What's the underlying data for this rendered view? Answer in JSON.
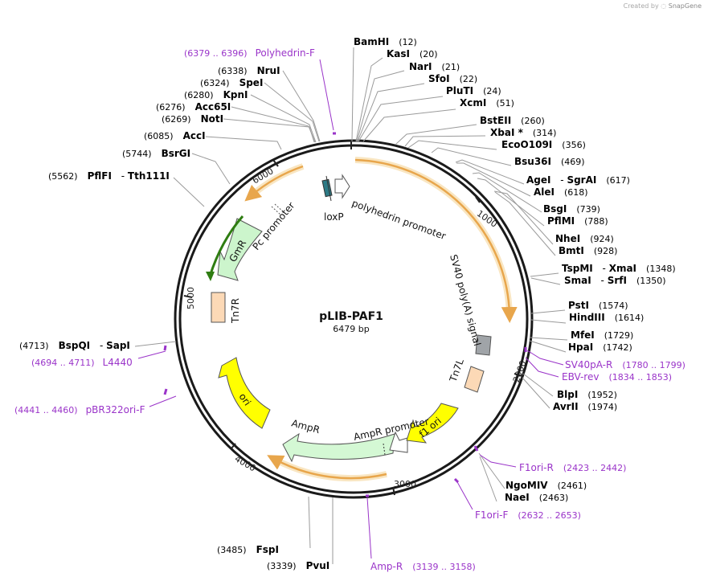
{
  "credit": {
    "prefix": "Created by",
    "brand": "SnapGene"
  },
  "plasmid": {
    "name": "pLIB-PAF1",
    "size_label": "6479 bp",
    "length": 6479
  },
  "ticks": [
    "1000",
    "2000",
    "3000",
    "4000",
    "5000",
    "6000"
  ],
  "features": [
    {
      "id": "polyhedrin-promoter",
      "label": "polyhedrin promoter"
    },
    {
      "id": "loxp",
      "label": "loxP"
    },
    {
      "id": "pc-promoter",
      "label": "Pc promoter"
    },
    {
      "id": "gmr",
      "label": "GmR"
    },
    {
      "id": "tn7r",
      "label": "Tn7R"
    },
    {
      "id": "sv40-polya",
      "label": "SV40 poly(A) signal"
    },
    {
      "id": "tn7l",
      "label": "Tn7L"
    },
    {
      "id": "f1-ori",
      "label": "f1 ori"
    },
    {
      "id": "ampr-promoter",
      "label": "AmpR promoter"
    },
    {
      "id": "ampr",
      "label": "AmpR"
    },
    {
      "id": "ori",
      "label": "ori"
    }
  ],
  "enzymes": [
    {
      "name": "BamHI",
      "pos": "(12)"
    },
    {
      "name": "KasI",
      "pos": "(20)"
    },
    {
      "name": "NarI",
      "pos": "(21)"
    },
    {
      "name": "SfoI",
      "pos": "(22)"
    },
    {
      "name": "PluTI",
      "pos": "(24)"
    },
    {
      "name": "XcmI",
      "pos": "(51)"
    },
    {
      "name": "BstEII",
      "pos": "(260)"
    },
    {
      "name": "XbaI *",
      "pos": "(314)"
    },
    {
      "name": "EcoO109I",
      "pos": "(356)"
    },
    {
      "name": "Bsu36I",
      "pos": "(469)"
    },
    {
      "name": "AgeI",
      "name2": "SgrAI",
      "pos": "(617)"
    },
    {
      "name": "AleI",
      "pos": "(618)"
    },
    {
      "name": "BsgI",
      "pos": "(739)"
    },
    {
      "name": "PflMI",
      "pos": "(788)"
    },
    {
      "name": "NheI",
      "pos": "(924)"
    },
    {
      "name": "BmtI",
      "pos": "(928)"
    },
    {
      "name": "TspMI",
      "name2": "XmaI",
      "pos": "(1348)"
    },
    {
      "name": "SmaI",
      "name2": "SrfI",
      "pos": "(1350)"
    },
    {
      "name": "PstI",
      "pos": "(1574)"
    },
    {
      "name": "HindIII",
      "pos": "(1614)"
    },
    {
      "name": "MfeI",
      "pos": "(1729)"
    },
    {
      "name": "HpaI",
      "pos": "(1742)"
    },
    {
      "name": "BlpI",
      "pos": "(1952)"
    },
    {
      "name": "AvrII",
      "pos": "(1974)"
    },
    {
      "name": "NgoMIV",
      "pos": "(2461)"
    },
    {
      "name": "NaeI",
      "pos": "(2463)"
    },
    {
      "name": "FspI",
      "pos": "(3485)"
    },
    {
      "name": "PvuI",
      "pos": "(3339)"
    },
    {
      "name": "BspQI",
      "name2": "SapI",
      "pos": "(4713)"
    },
    {
      "name": "PflFI",
      "name2": "Tth111I",
      "pos": "(5562)"
    },
    {
      "name": "BsrGI",
      "pos": "(5744)"
    },
    {
      "name": "AccI",
      "pos": "(6085)"
    },
    {
      "name": "NotI",
      "pos": "(6269)"
    },
    {
      "name": "Acc65I",
      "pos": "(6276)"
    },
    {
      "name": "KpnI",
      "pos": "(6280)"
    },
    {
      "name": "SpeI",
      "pos": "(6324)"
    },
    {
      "name": "NruI",
      "pos": "(6338)"
    }
  ],
  "primers": [
    {
      "name": "Polyhedrin-F",
      "range": "(6379 .. 6396)"
    },
    {
      "name": "SV40pA-R",
      "range": "(1780 .. 1799)"
    },
    {
      "name": "EBV-rev",
      "range": "(1834 .. 1853)"
    },
    {
      "name": "F1ori-R",
      "range": "(2423 .. 2442)"
    },
    {
      "name": "F1ori-F",
      "range": "(2632 .. 2653)"
    },
    {
      "name": "Amp-R",
      "range": "(3139 .. 3158)"
    },
    {
      "name": "pBR322ori-F",
      "range": "(4441 .. 4460)"
    },
    {
      "name": "L4440",
      "range": "(4694 .. 4711)"
    }
  ],
  "colors": {
    "backbone": "#1a1a1a",
    "orf_orange": "#e8a64c",
    "orf_orange_fill": "#f9e6c2",
    "primer": "#9a34c9",
    "gmr_fill": "#ccf5cc",
    "gmr_line": "#2f7d12",
    "ampr_fill": "#d4f8d4",
    "ori_fill": "#ffff00",
    "tn7_fill": "#fcd9b6",
    "sv40_fill": "#a0a4a8",
    "loxp_fill": "#2c7a85"
  }
}
